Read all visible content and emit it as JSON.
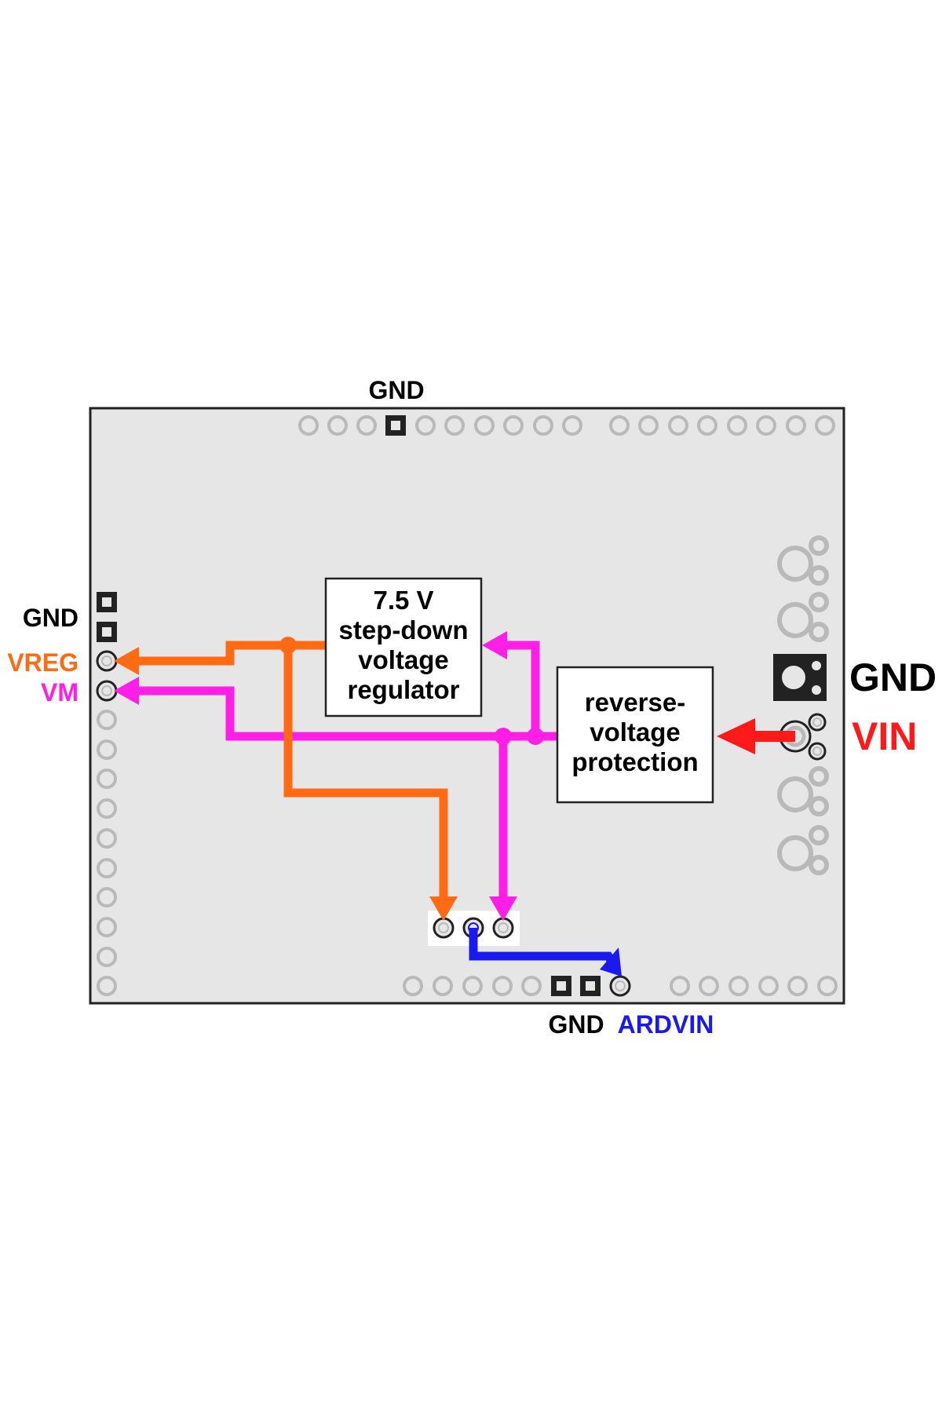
{
  "labels": {
    "top_gnd": "GND",
    "left_gnd": "GND",
    "vreg": "VREG",
    "vm": "VM",
    "right_gnd": "GND",
    "vin": "VIN",
    "bottom_gnd": "GND",
    "ardvin": "ARDVIN"
  },
  "blocks": {
    "regulator": {
      "line1": "7.5 V",
      "line2": "step-down",
      "line3": "voltage",
      "line4": "regulator"
    },
    "protection": {
      "line1": "reverse-",
      "line2": "voltage",
      "line3": "protection"
    }
  },
  "colors": {
    "board": "#e6e6e6",
    "vreg": "#ff6a13",
    "vm": "#ff1ee6",
    "vin": "#ff1a1a",
    "ardvin": "#1a1aee",
    "pad": "#b9b9b9",
    "gnd_pad": "#222222"
  }
}
